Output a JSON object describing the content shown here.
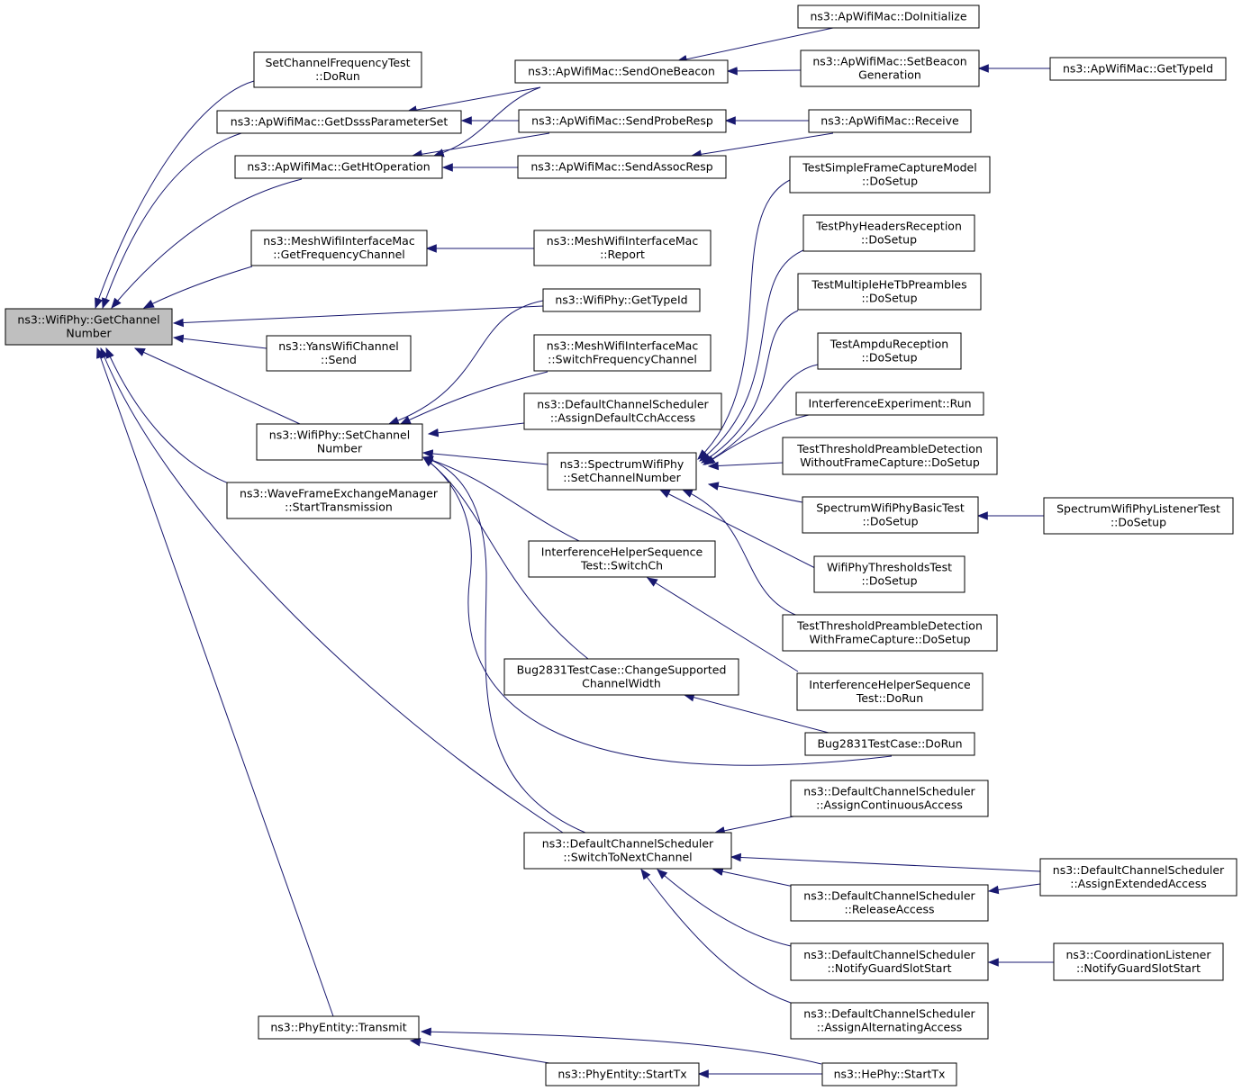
{
  "colors": {
    "edge": "#191970",
    "node_fill": "#ffffff",
    "root_fill": "#bfbfbf",
    "border": "#000000"
  },
  "nodes": [
    {
      "id": "root",
      "lines": [
        "ns3::WifiPhy::GetChannel",
        "Number"
      ],
      "root": true
    },
    {
      "id": "scft",
      "lines": [
        "SetChannelFrequencyTest",
        "::DoRun"
      ]
    },
    {
      "id": "dsss",
      "lines": [
        "ns3::ApWifiMac::GetDsssParameterSet"
      ]
    },
    {
      "id": "htop",
      "lines": [
        "ns3::ApWifiMac::GetHtOperation"
      ]
    },
    {
      "id": "meshgfc",
      "lines": [
        "ns3::MeshWifiInterfaceMac",
        "::GetFrequencyChannel"
      ]
    },
    {
      "id": "yans",
      "lines": [
        "ns3::YansWifiChannel",
        "::Send"
      ]
    },
    {
      "id": "setch",
      "lines": [
        "ns3::WifiPhy::SetChannel",
        "Number"
      ]
    },
    {
      "id": "wave",
      "lines": [
        "ns3::WaveFrameExchangeManager",
        "::StartTransmission"
      ]
    },
    {
      "id": "transmit",
      "lines": [
        "ns3::PhyEntity::Transmit"
      ]
    },
    {
      "id": "sob",
      "lines": [
        "ns3::ApWifiMac::SendOneBeacon"
      ]
    },
    {
      "id": "spr",
      "lines": [
        "ns3::ApWifiMac::SendProbeResp"
      ]
    },
    {
      "id": "sar",
      "lines": [
        "ns3::ApWifiMac::SendAssocResp"
      ]
    },
    {
      "id": "meshrep",
      "lines": [
        "ns3::MeshWifiInterfaceMac",
        "::Report"
      ]
    },
    {
      "id": "wptid",
      "lines": [
        "ns3::WifiPhy::GetTypeId"
      ]
    },
    {
      "id": "meshsfc",
      "lines": [
        "ns3::MeshWifiInterfaceMac",
        "::SwitchFrequencyChannel"
      ]
    },
    {
      "id": "dcsadcch",
      "lines": [
        "ns3::DefaultChannelScheduler",
        "::AssignDefaultCchAccess"
      ]
    },
    {
      "id": "swpscn",
      "lines": [
        "ns3::SpectrumWifiPhy",
        "::SetChannelNumber"
      ]
    },
    {
      "id": "ihsswitch",
      "lines": [
        "InterferenceHelperSequence",
        "Test::SwitchCh"
      ]
    },
    {
      "id": "bugcsc",
      "lines": [
        "Bug2831TestCase::ChangeSupported",
        "ChannelWidth"
      ]
    },
    {
      "id": "dcsstnc",
      "lines": [
        "ns3::DefaultChannelScheduler",
        "::SwitchToNextChannel"
      ]
    },
    {
      "id": "starttx",
      "lines": [
        "ns3::PhyEntity::StartTx"
      ]
    },
    {
      "id": "doinit",
      "lines": [
        "ns3::ApWifiMac::DoInitialize"
      ]
    },
    {
      "id": "setbeacon",
      "lines": [
        "ns3::ApWifiMac::SetBeacon",
        "Generation"
      ]
    },
    {
      "id": "receive",
      "lines": [
        "ns3::ApWifiMac::Receive"
      ]
    },
    {
      "id": "tsfcm",
      "lines": [
        "TestSimpleFrameCaptureModel",
        "::DoSetup"
      ]
    },
    {
      "id": "tphr",
      "lines": [
        "TestPhyHeadersReception",
        "::DoSetup"
      ]
    },
    {
      "id": "tmhtp",
      "lines": [
        "TestMultipleHeTbPreambles",
        "::DoSetup"
      ]
    },
    {
      "id": "tampdu",
      "lines": [
        "TestAmpduReception",
        "::DoSetup"
      ]
    },
    {
      "id": "ierun",
      "lines": [
        "InterferenceExperiment::Run"
      ]
    },
    {
      "id": "ttpdwo",
      "lines": [
        "TestThresholdPreambleDetection",
        "WithoutFrameCapture::DoSetup"
      ]
    },
    {
      "id": "swpbt",
      "lines": [
        "SpectrumWifiPhyBasicTest",
        "::DoSetup"
      ]
    },
    {
      "id": "wptt",
      "lines": [
        "WifiPhyThresholdsTest",
        "::DoSetup"
      ]
    },
    {
      "id": "ttpdw",
      "lines": [
        "TestThresholdPreambleDetection",
        "WithFrameCapture::DoSetup"
      ]
    },
    {
      "id": "ihsrun",
      "lines": [
        "InterferenceHelperSequence",
        "Test::DoRun"
      ]
    },
    {
      "id": "bugrun",
      "lines": [
        "Bug2831TestCase::DoRun"
      ]
    },
    {
      "id": "dcsaca",
      "lines": [
        "ns3::DefaultChannelScheduler",
        "::AssignContinuousAccess"
      ]
    },
    {
      "id": "dcsra",
      "lines": [
        "ns3::DefaultChannelScheduler",
        "::ReleaseAccess"
      ]
    },
    {
      "id": "dcsngss",
      "lines": [
        "ns3::DefaultChannelScheduler",
        "::NotifyGuardSlotStart"
      ]
    },
    {
      "id": "dcsaaa",
      "lines": [
        "ns3::DefaultChannelScheduler",
        "::AssignAlternatingAccess"
      ]
    },
    {
      "id": "hestarttx",
      "lines": [
        "ns3::HePhy::StartTx"
      ]
    },
    {
      "id": "aptid",
      "lines": [
        "ns3::ApWifiMac::GetTypeId"
      ]
    },
    {
      "id": "swplt",
      "lines": [
        "SpectrumWifiPhyListenerTest",
        "::DoSetup"
      ]
    },
    {
      "id": "dcsaea",
      "lines": [
        "ns3::DefaultChannelScheduler",
        "::AssignExtendedAccess"
      ]
    },
    {
      "id": "clngss",
      "lines": [
        "ns3::CoordinationListener",
        "::NotifyGuardSlotStart"
      ]
    }
  ]
}
